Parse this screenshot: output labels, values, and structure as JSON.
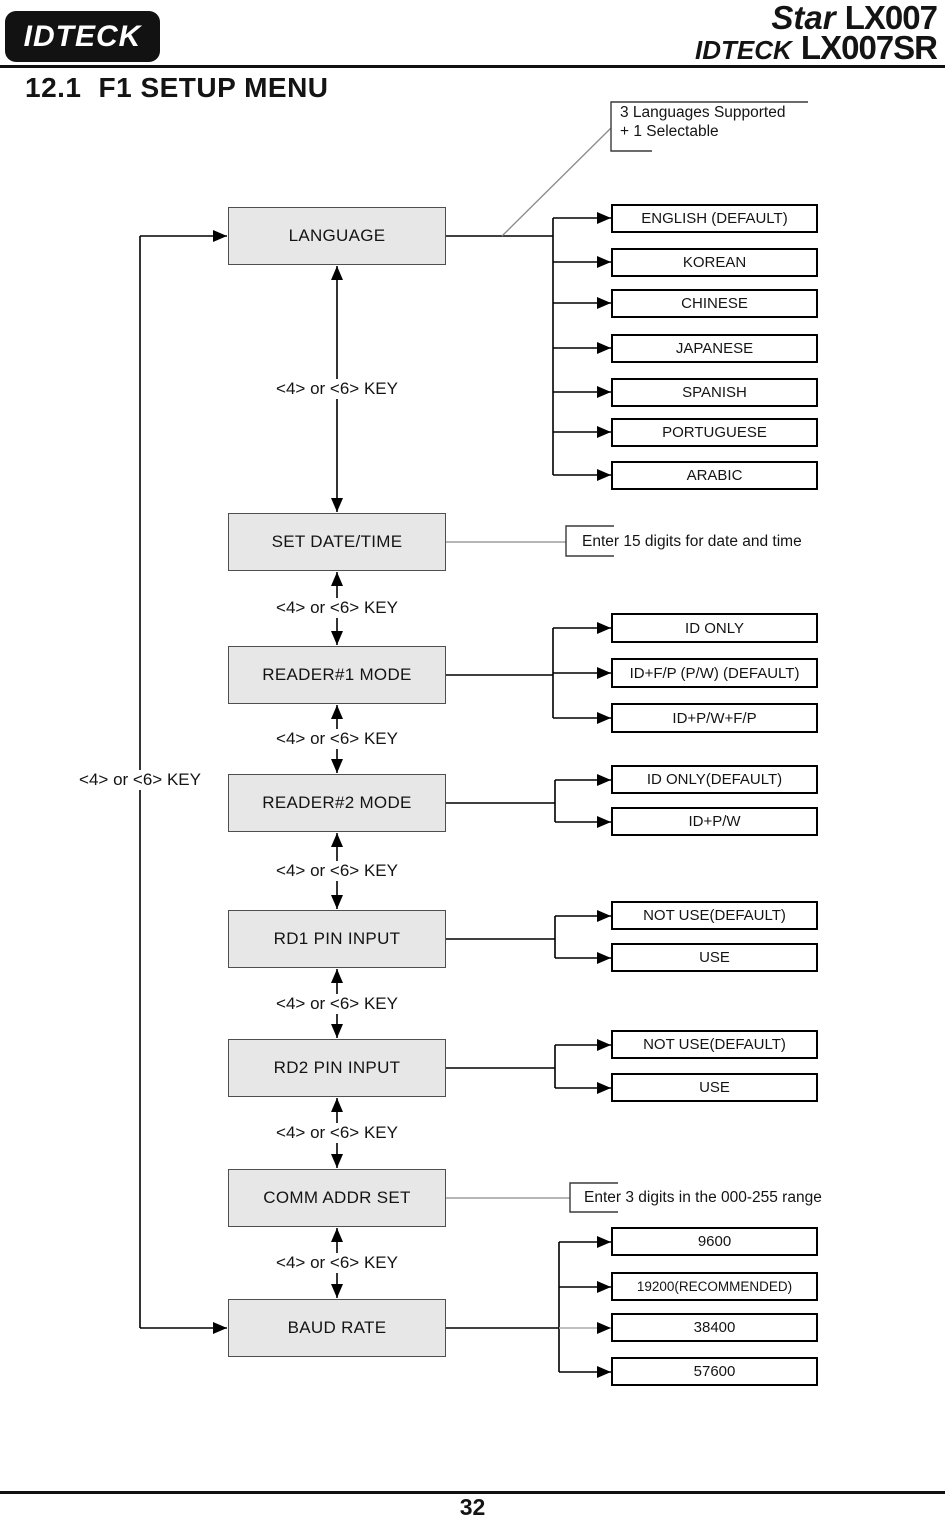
{
  "page": {
    "page_number": "32"
  },
  "header": {
    "logo_text": "IDTECK",
    "brand": {
      "line1_name": "Star",
      "line1_model": "LX007",
      "line2_name": "IDTECK",
      "line2_model": "LX007SR"
    },
    "section_number": "12.1",
    "section_title": "F1 SETUP MENU"
  },
  "flow": {
    "key_label": "<4> or <6> KEY",
    "menus": [
      {
        "name": "LANGUAGE",
        "options": [
          "ENGLISH (DEFAULT)",
          "KOREAN",
          "CHINESE",
          "JAPANESE",
          "SPANISH",
          "PORTUGUESE",
          "ARABIC"
        ]
      },
      {
        "name": "SET DATE/TIME",
        "options": []
      },
      {
        "name": "READER#1 MODE",
        "options": [
          "ID ONLY",
          "ID+F/P (P/W) (DEFAULT)",
          "ID+P/W+F/P"
        ]
      },
      {
        "name": "READER#2 MODE",
        "options": [
          "ID ONLY(DEFAULT)",
          "ID+P/W"
        ]
      },
      {
        "name": "RD1 PIN INPUT",
        "options": [
          "NOT USE(DEFAULT)",
          "USE"
        ]
      },
      {
        "name": "RD2 PIN INPUT",
        "options": [
          "NOT USE(DEFAULT)",
          "USE"
        ]
      },
      {
        "name": "COMM ADDR SET",
        "options": []
      },
      {
        "name": "BAUD RATE",
        "options": [
          "9600",
          "19200(RECOMMENDED)",
          "38400",
          "57600"
        ]
      }
    ],
    "annotations": {
      "language_note_line1": "3 Languages Supported",
      "language_note_line2": "+ 1 Selectable",
      "datetime_note": "Enter 15 digits for date and time",
      "comm_addr_note": "Enter 3 digits in the 000-255 range"
    }
  },
  "colors": {
    "node_fill": "#e7e7e7",
    "node_border": "#4f4f4f",
    "line": "#000000",
    "callout_line": "#ababab"
  }
}
